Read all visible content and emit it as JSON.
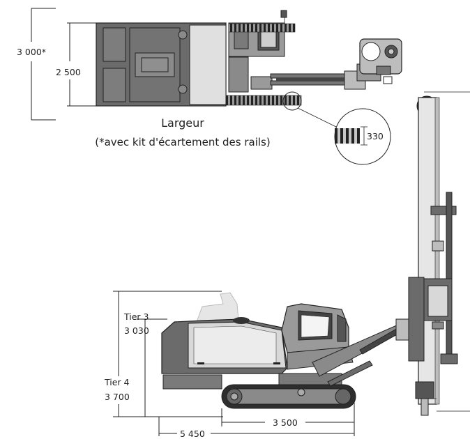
{
  "top_view": {
    "width_overall": "3 000*",
    "width_body": "2 500",
    "caption_line1": "Largeur",
    "caption_line2": "(*avec kit d'écartement des rails)",
    "detail_value": "330"
  },
  "side_view": {
    "tier3_label": "Tier 3",
    "tier3_value": "3 030",
    "tier4_label": "Tier 4",
    "tier4_value": "3 700",
    "track_length": "3 500",
    "overall_length": "5 450"
  },
  "colors": {
    "dark_gray": "#6b6b6b",
    "mid_gray": "#9a9a9a",
    "light_gray": "#d8d8d8",
    "outline": "#222222"
  }
}
